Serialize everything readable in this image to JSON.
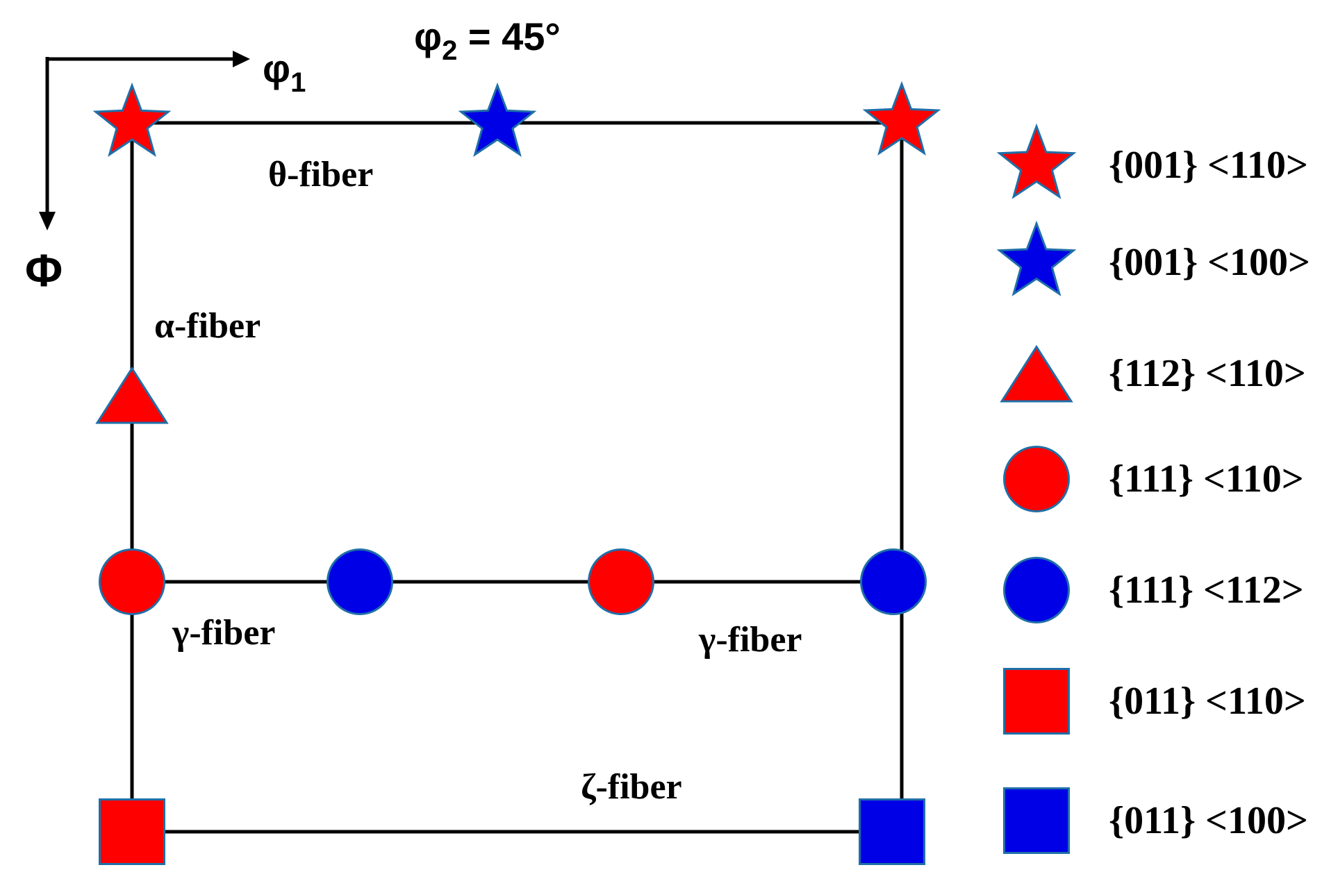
{
  "axes": {
    "phi1_label": "φ",
    "phi1_subscript": "1",
    "Phi_label": "Φ",
    "section_label_symbol": "φ",
    "section_label_subscript": "2",
    "section_label_value": " = 45°"
  },
  "fibers": {
    "theta": "θ-fiber",
    "alpha": "α-fiber",
    "gamma_left": "γ-fiber",
    "gamma_right": "γ-fiber",
    "zeta": "ζ-fiber"
  },
  "colors": {
    "red": "#ff0000",
    "blue": "#0000e6",
    "marker_outline": "#1f6fa8",
    "line": "#000000"
  },
  "markers": [
    {
      "shape": "star-icon",
      "color": "red",
      "orientation": "{001} <110>"
    },
    {
      "shape": "star-icon",
      "color": "blue",
      "orientation": "{001} <100>"
    },
    {
      "shape": "star-icon",
      "color": "red",
      "orientation": "{001} <110>"
    },
    {
      "shape": "triangle-icon",
      "color": "red",
      "orientation": "{112} <110>"
    },
    {
      "shape": "circle-icon",
      "color": "red",
      "orientation": "{111} <110>"
    },
    {
      "shape": "circle-icon",
      "color": "blue",
      "orientation": "{111} <112>"
    },
    {
      "shape": "circle-icon",
      "color": "red",
      "orientation": "{111} <110>"
    },
    {
      "shape": "circle-icon",
      "color": "blue",
      "orientation": "{111} <112>"
    },
    {
      "shape": "square-icon",
      "color": "red",
      "orientation": "{011} <110>"
    },
    {
      "shape": "square-icon",
      "color": "blue",
      "orientation": "{011} <100>"
    }
  ],
  "legend": [
    {
      "shape": "star-icon",
      "color": "red",
      "label": "{001} <110>"
    },
    {
      "shape": "star-icon",
      "color": "blue",
      "label": "{001} <100>"
    },
    {
      "shape": "triangle-icon",
      "color": "red",
      "label": "{112} <110>"
    },
    {
      "shape": "circle-icon",
      "color": "red",
      "label": "{111} <110>"
    },
    {
      "shape": "circle-icon",
      "color": "blue",
      "label": "{111} <112>"
    },
    {
      "shape": "square-icon",
      "color": "red",
      "label": "{011} <110>"
    },
    {
      "shape": "square-icon",
      "color": "blue",
      "label": "{011} <100>"
    }
  ]
}
